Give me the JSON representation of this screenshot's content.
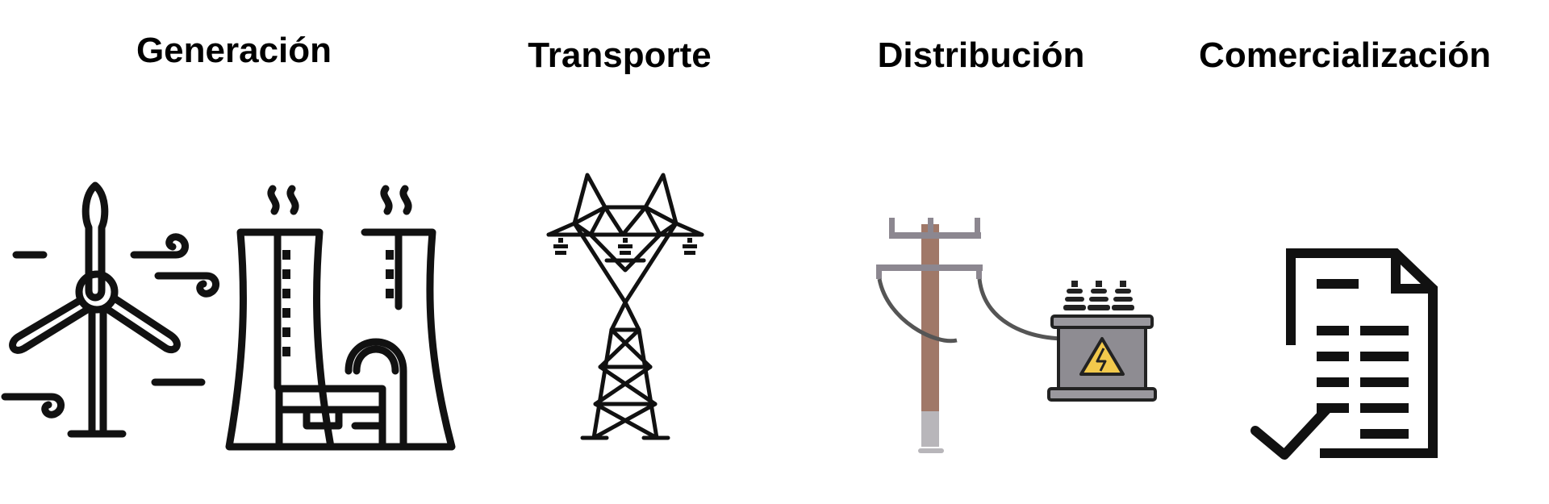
{
  "stages": [
    {
      "label": "Generación",
      "icon": "power-generation-icon"
    },
    {
      "label": "Transporte",
      "icon": "transmission-tower-icon"
    },
    {
      "label": "Distribución",
      "icon": "utility-pole-transformer-icon"
    },
    {
      "label": "Comercialización",
      "icon": "document-checkmark-icon"
    }
  ],
  "colors": {
    "line": "#111111",
    "pole_wood": "#a07868",
    "pole_base": "#b8b6ba",
    "crossarm": "#8c8790",
    "transformer_body": "#8e8c92",
    "warning_yellow": "#f2c94c"
  }
}
